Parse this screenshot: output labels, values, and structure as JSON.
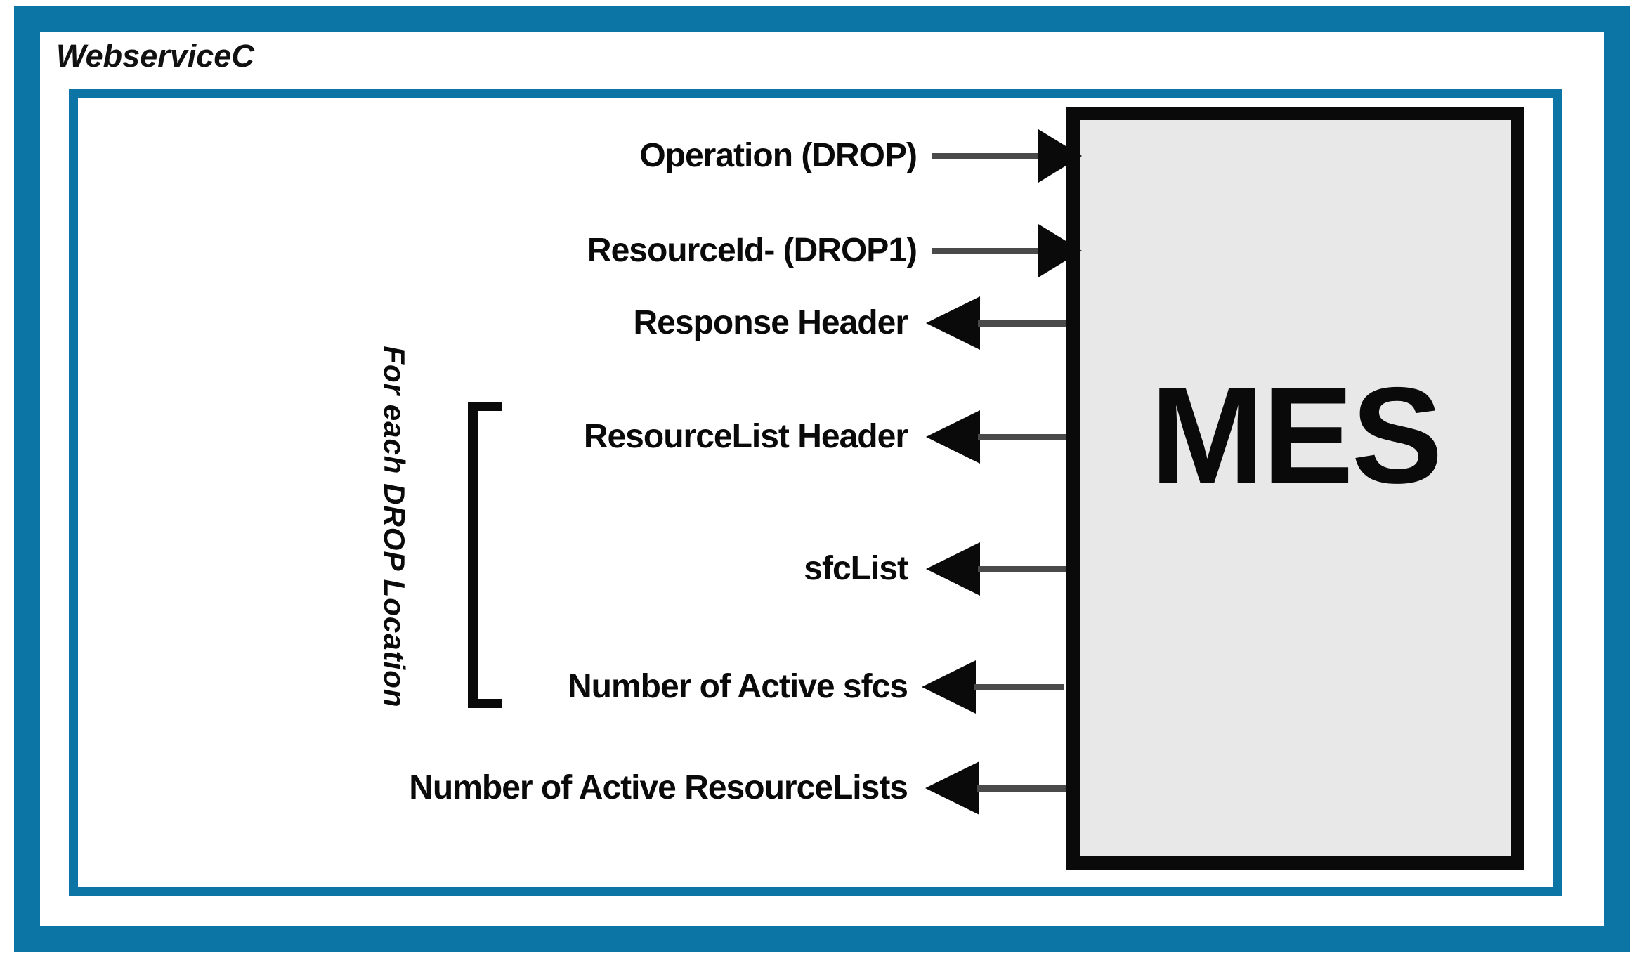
{
  "diagram": {
    "title": "WebserviceC",
    "system_box": {
      "label": "MES"
    },
    "inputs": [
      {
        "label": "Operation (DROP)",
        "icon": "arrow-right-icon"
      },
      {
        "label": "ResourceId- (DROP1)",
        "icon": "arrow-right-icon"
      }
    ],
    "outputs": [
      {
        "label": "Response Header",
        "icon": "arrow-left-icon"
      },
      {
        "label": "ResourceList Header",
        "icon": "arrow-left-icon",
        "grouped": true
      },
      {
        "label": "sfcList",
        "icon": "arrow-left-icon",
        "grouped": true
      },
      {
        "label": "Number of Active sfcs",
        "icon": "arrow-left-icon",
        "grouped": true
      },
      {
        "label": "Number of Active ResourceLists",
        "icon": "arrow-left-icon"
      }
    ],
    "group_annotation": {
      "label": "For each DROP Location"
    },
    "colors": {
      "border_blue": "#0d74a6",
      "box_fill": "#e8e8e8",
      "arrow_shaft": "#4a4a4a",
      "arrow_head": "#0a0a0a"
    }
  }
}
